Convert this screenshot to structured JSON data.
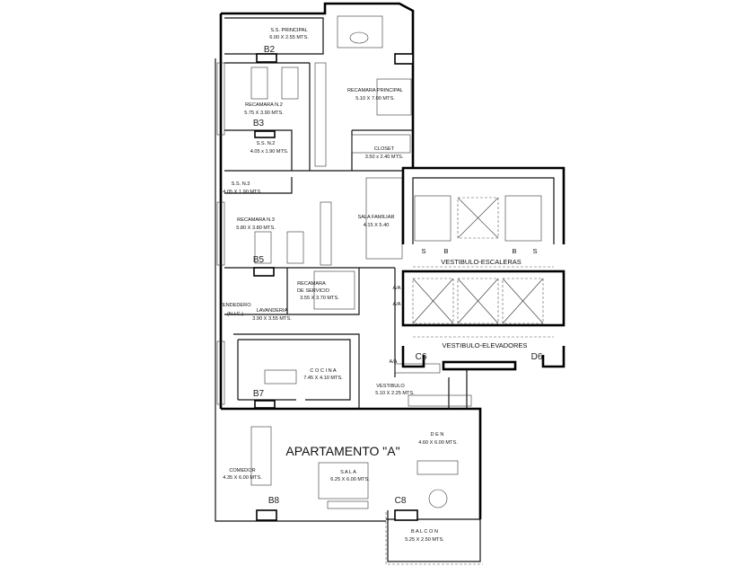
{
  "apartment": {
    "title": "APARTAMENTO \"A\""
  },
  "rooms": {
    "ss_principal": {
      "name": "S.S. PRINCIPAL",
      "size": "6.00 X 2.55 MTS."
    },
    "recamara_principal": {
      "name": "RECAMARA PRINCIPAL",
      "size": "5.10 X 7.00 MTS."
    },
    "recamara_2": {
      "name": "RECAMARA N.2",
      "size": "5.75 X 3.90 MTS."
    },
    "ss_2": {
      "name": "S.S. N.2",
      "size": "4.05 x 1.90 MTS."
    },
    "closet": {
      "name": "CLOSET",
      "size": "3.50 x 2.40 MTS."
    },
    "ss_3": {
      "name": "S.S. N.3",
      "size": "4.05 X 1.90 MTS."
    },
    "recamara_3": {
      "name": "RECAMARA N.3",
      "size": "5.80 X 3.80 MTS."
    },
    "sala_familiar": {
      "name": "SALA FAMILIAR",
      "size": "4.15 X 5.40"
    },
    "recamara_servicio": {
      "name1": "RECAMARA",
      "name2": "DE SERVICIO",
      "size": "3.55 X 3.70 MTS."
    },
    "tendedero": {
      "name": "TENDEDERO",
      "note": "(N.I.C.)"
    },
    "lavanderia": {
      "name": "LAVANDERIA",
      "size": "3.90 X 3.55 MTS."
    },
    "cocina": {
      "name": "C O C I N A",
      "size": "7.45 X 4.10 MTS."
    },
    "vestibulo": {
      "name": "VESTIBULO",
      "size": "5.10 X 2.25 MTS."
    },
    "comedor": {
      "name": "COMEDOR",
      "size": "4.35 X 6.00 MTS."
    },
    "sala": {
      "name": "S A L A",
      "size": "6.25 X 6.00 MTS."
    },
    "den": {
      "name": "D E N",
      "size": "4.60 X 6.00 MTS."
    },
    "balcon": {
      "name": "B A L C O N",
      "size": "5.25 X 2.50 MTS."
    },
    "vestibulo_escaleras": {
      "name": "VESTIBULO-ESCALERAS"
    },
    "vestibulo_elevadores": {
      "name": "VESTIBULO-ELEVADORES"
    }
  },
  "tags": {
    "b2": "B2",
    "b3": "B3",
    "b5": "B5",
    "b7": "B7",
    "b8": "B8",
    "c6": "C6",
    "d6": "D6",
    "c8": "C8",
    "s1": "S",
    "b_1": "B",
    "b_2": "B",
    "s2": "S",
    "ac1": "A/A",
    "ac2": "A/A",
    "ac3": "A/A"
  }
}
